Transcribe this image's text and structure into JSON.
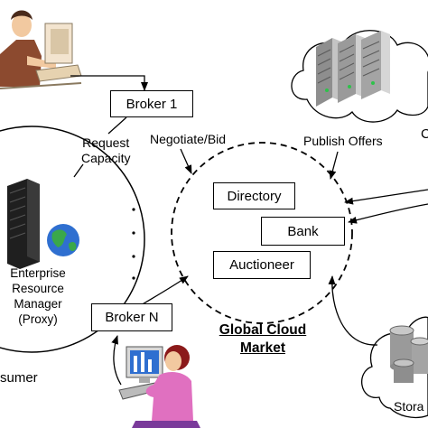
{
  "brokers": {
    "broker_1": "Broker 1",
    "broker_n": "Broker N"
  },
  "market": {
    "title_line1": "Global Cloud",
    "title_line2": "Market",
    "directory": "Directory",
    "bank": "Bank",
    "auctioneer": "Auctioneer"
  },
  "labels": {
    "request_line1": "Request",
    "request_line2": "Capacity",
    "negotiate": "Negotiate/Bid",
    "publish": "Publish Offers",
    "erm_line1": "Enterprise",
    "erm_line2": "Resource",
    "erm_line3": "Manager",
    "erm_line4": "(Proxy)",
    "consumer_partial": "sumer",
    "storage_partial": "Stora",
    "right_edge_partial": "C"
  },
  "colors": {
    "line": "#000000",
    "cloud_fill": "#ffffff",
    "server_gray": "#9a9a9a",
    "screen_blue": "#2f6fd0",
    "skin": "#f2c9a0",
    "person_pink": "#e070c0",
    "hair_red": "#8b1a1a"
  },
  "icons": [
    "person-at-desk-icon",
    "server-cluster-icon",
    "enterprise-server-globe-icon",
    "woman-at-computer-icon",
    "storage-cylinders-icon"
  ]
}
